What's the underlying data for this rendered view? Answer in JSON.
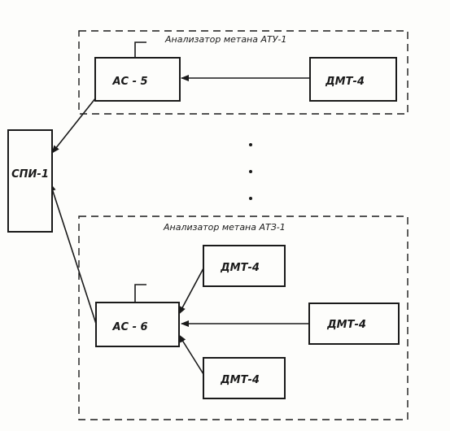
{
  "groups": {
    "top": {
      "title": "Анализатор метана АТУ-1"
    },
    "bottom": {
      "title": "Анализатор метана АТЗ-1"
    }
  },
  "nodes": {
    "spi": "СПИ-1",
    "as5": "АС - 5",
    "dmt_top": "ДМТ-4",
    "as6": "АС - 6",
    "dmt_b1": "ДМТ-4",
    "dmt_b2": "ДМТ-4",
    "dmt_b3": "ДМТ-4"
  }
}
